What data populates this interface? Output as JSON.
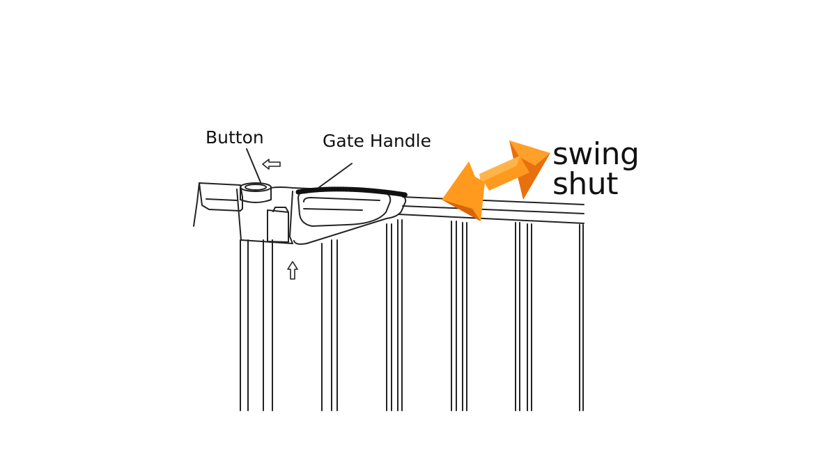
{
  "labels": {
    "button": "Button",
    "gate_handle": "Gate Handle",
    "swing": "swing",
    "shut": "shut"
  },
  "colors": {
    "arrow_light": "#ffa02a",
    "arrow_dark": "#e8700d",
    "line": "#222222",
    "background": "#ffffff"
  },
  "icons": {
    "small_arrow_left": "hollow-left-arrow",
    "small_arrow_up": "hollow-up-arrow",
    "swing_arrow": "double-headed-3d-arrow"
  }
}
